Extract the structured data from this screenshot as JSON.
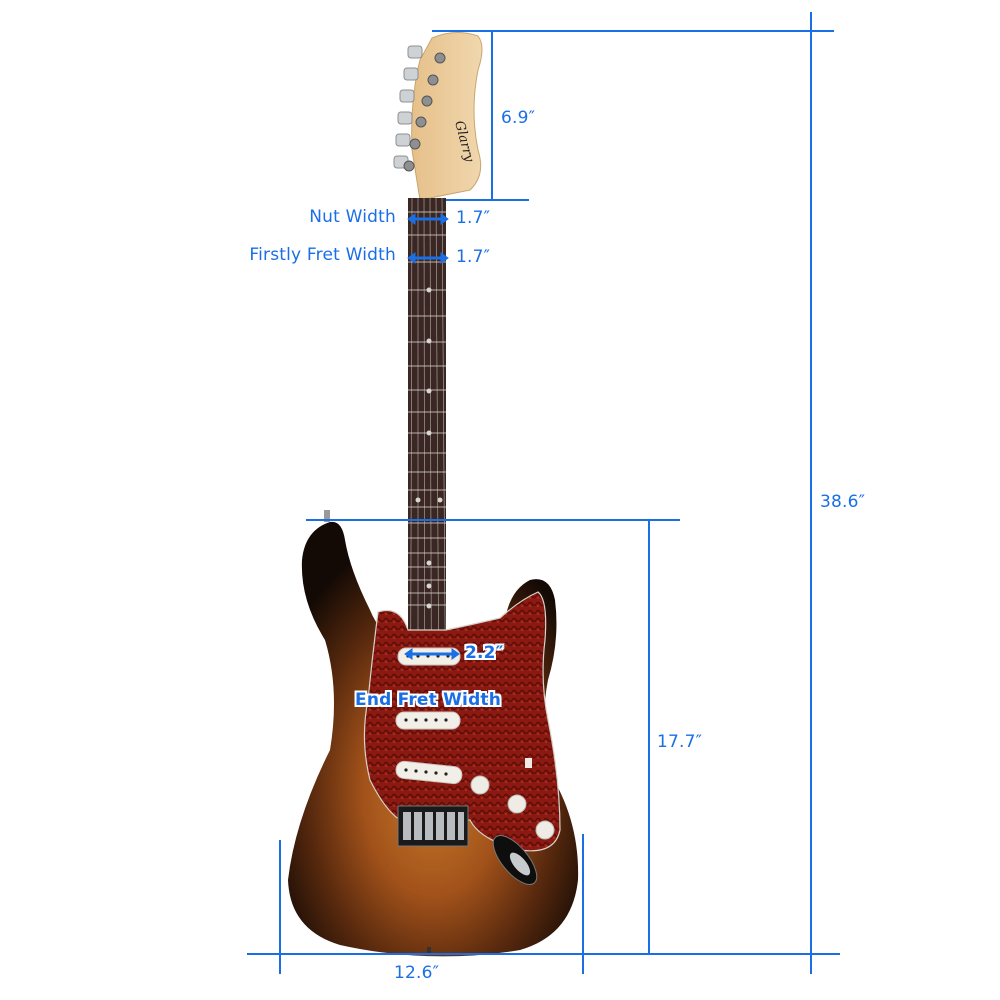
{
  "image": {
    "subject": "electric-guitar-dimension-diagram",
    "accent_color": "#1a6fe6",
    "guitar_colors": {
      "headstock": "#e9c99a",
      "fretboard": "#3a2622",
      "body_center": "#b5651d",
      "body_edge": "#1a0e08",
      "pickguard": "#8a1a12",
      "pickup": "#f2efe8"
    }
  },
  "headstock": {
    "brand_logo": "Glarry"
  },
  "dimensions": {
    "headstock_length": {
      "label": "6.9″"
    },
    "nut_width": {
      "title": "Nut Width",
      "value": "1.7″"
    },
    "first_fret_width": {
      "title": "Firstly Fret Width",
      "value": "1.7″"
    },
    "end_fret_width": {
      "title": "End Fret Width",
      "value": "2.2″"
    },
    "body_length": {
      "label": "17.7″"
    },
    "total_length": {
      "label": "38.6″"
    },
    "body_width": {
      "label": "12.6″"
    }
  }
}
